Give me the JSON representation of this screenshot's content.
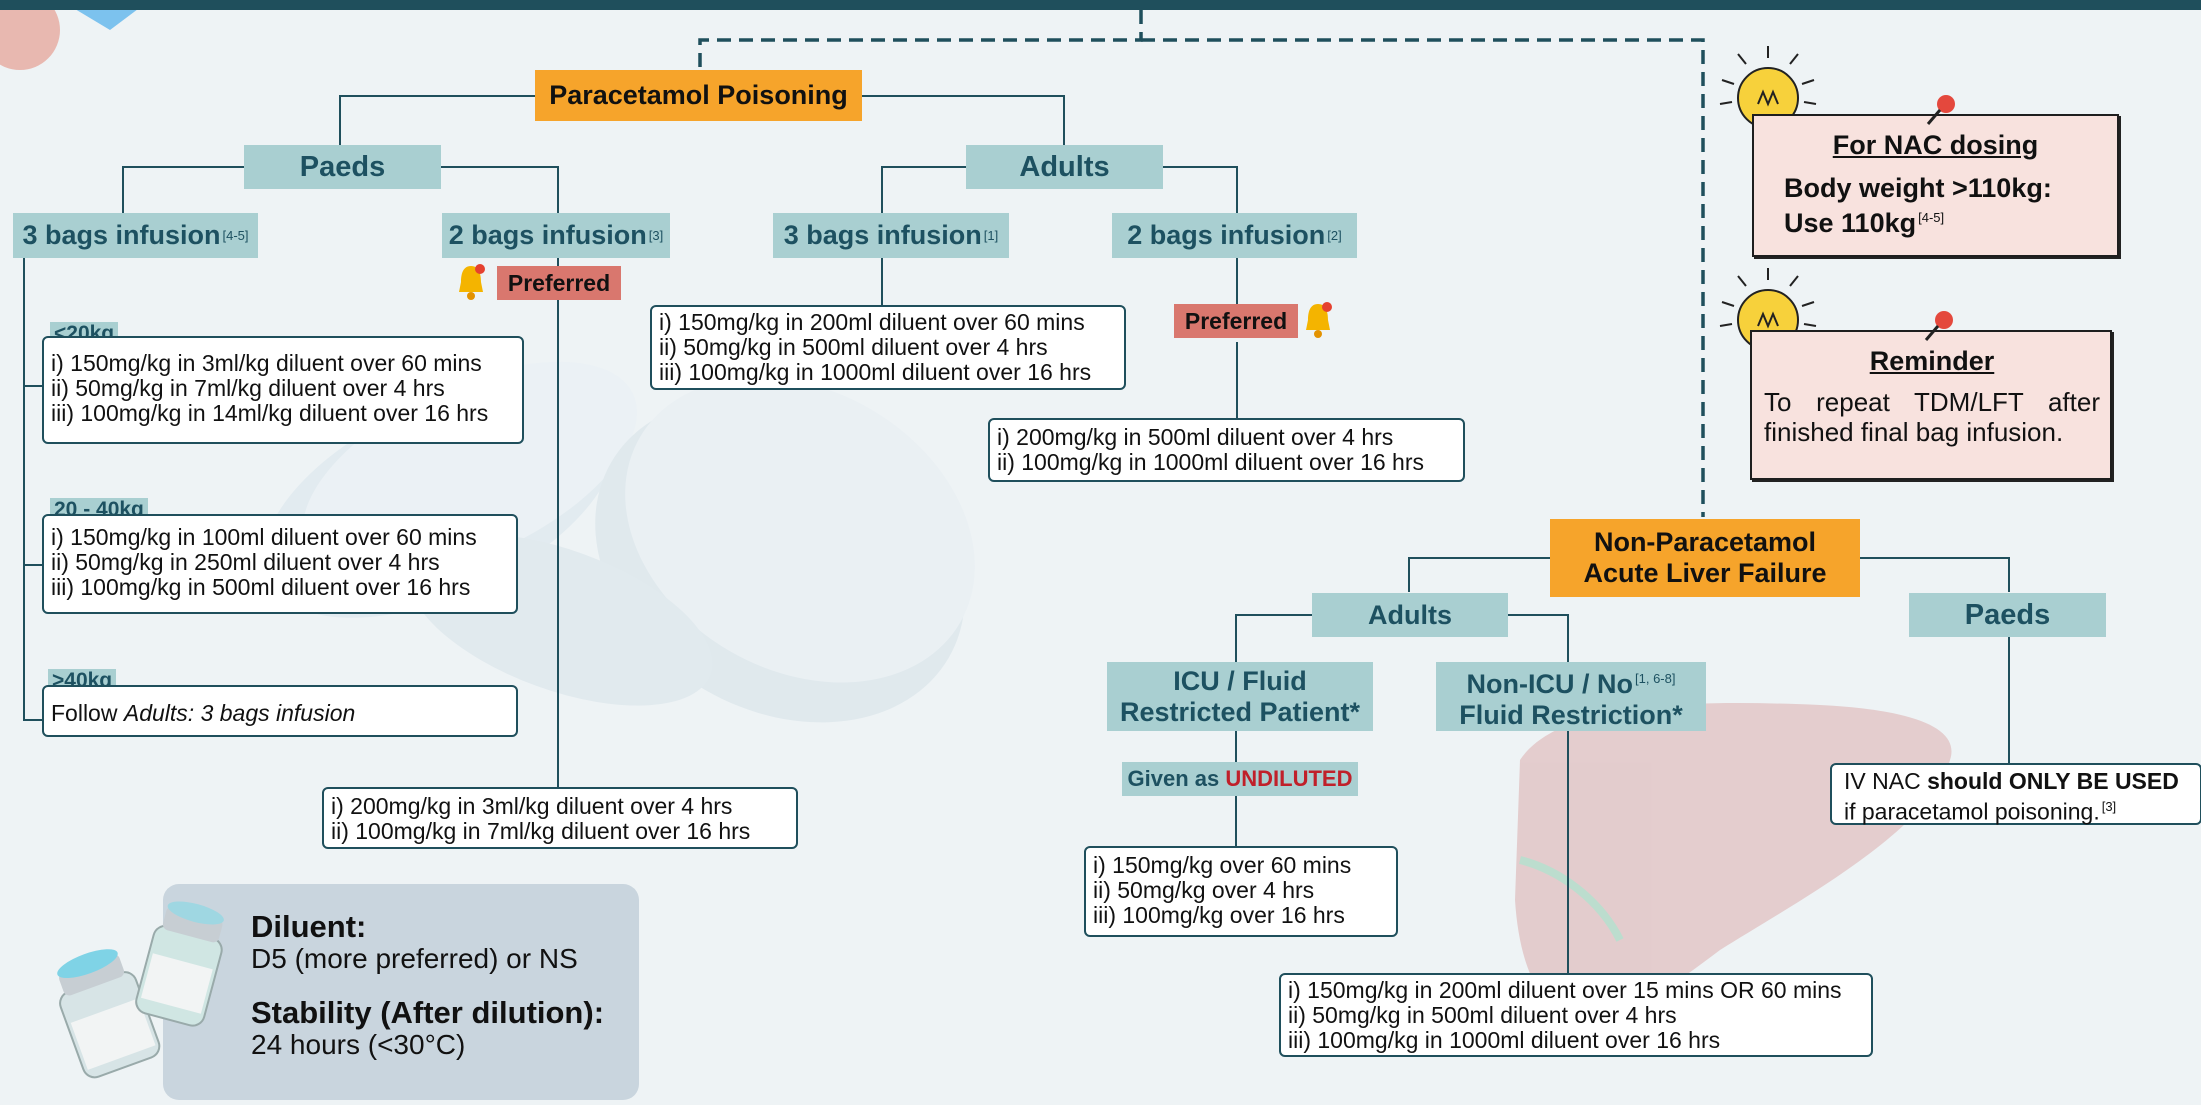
{
  "paracetamol": {
    "title": "Paracetamol Poisoning",
    "paeds": {
      "label": "Paeds",
      "three_bags": {
        "label": "3 bags infusion",
        "ref": "[4-5]",
        "groups": [
          {
            "weight": "<20kg",
            "lines": [
              "i) 150mg/kg in 3ml/kg diluent over 60 mins",
              "ii) 50mg/kg in 7ml/kg diluent over 4 hrs",
              "iii) 100mg/kg in 14ml/kg diluent over 16 hrs"
            ]
          },
          {
            "weight": "20 - 40kg",
            "lines": [
              "i) 150mg/kg in 100ml diluent over 60 mins",
              "ii) 50mg/kg in 250ml diluent over 4 hrs",
              "iii) 100mg/kg in 500ml diluent over 16 hrs"
            ]
          },
          {
            "weight": ">40kg",
            "follow_prefix": "Follow ",
            "follow_ref": "Adults: 3 bags infusion"
          }
        ]
      },
      "two_bags": {
        "label": "2 bags infusion",
        "ref": "[3]",
        "badge": "Preferred",
        "lines": [
          "i) 200mg/kg in 3ml/kg diluent over 4 hrs",
          "ii) 100mg/kg in 7ml/kg diluent over 16 hrs"
        ]
      }
    },
    "adults": {
      "label": "Adults",
      "three_bags": {
        "label": "3 bags infusion",
        "ref": "[1]",
        "lines": [
          "i) 150mg/kg in 200ml diluent over 60 mins",
          "ii) 50mg/kg in 500ml diluent over 4 hrs",
          "iii) 100mg/kg in 1000ml diluent over 16 hrs"
        ]
      },
      "two_bags": {
        "label": "2 bags infusion",
        "ref": "[2]",
        "badge": "Preferred",
        "lines": [
          "i) 200mg/kg in 500ml diluent over 4 hrs",
          "ii) 100mg/kg in 1000ml diluent over 16 hrs"
        ]
      }
    }
  },
  "nonparacetamol": {
    "title_line1": "Non-Paracetamol",
    "title_line2": "Acute Liver Failure",
    "adults": {
      "label": "Adults",
      "icu": {
        "line1": "ICU / Fluid",
        "line2": "Restricted Patient*",
        "given_prefix": "Given as ",
        "given_emph": "UNDILUTED",
        "lines": [
          "i) 150mg/kg over 60 mins",
          "ii) 50mg/kg over 4 hrs",
          "iii) 100mg/kg over 16 hrs"
        ]
      },
      "nonicu": {
        "line1": "Non-ICU / No",
        "ref": "[1, 6-8]",
        "line2": "Fluid Restriction*",
        "lines": [
          "i) 150mg/kg in 200ml diluent over 15 mins OR 60 mins",
          "ii) 50mg/kg in 500ml diluent over 4 hrs",
          "iii) 100mg/kg in 1000ml diluent over 16 hrs"
        ]
      }
    },
    "paeds": {
      "label": "Paeds",
      "text_prefix": "IV NAC ",
      "text_bold": "should ONLY BE USED",
      "text_suffix": " if paracetamol poisoning.",
      "ref": "[3]"
    }
  },
  "notes": {
    "nac": {
      "title": "For NAC dosing",
      "line1": "Body weight >110kg:",
      "line2": "Use 110kg",
      "ref": "[4-5]"
    },
    "reminder": {
      "title": "Reminder",
      "text": "To repeat TDM/LFT after finished final bag infusion."
    }
  },
  "diluent": {
    "title": "Diluent:",
    "text": "D5 (more preferred) or NS",
    "stability_title": "Stability (After dilution):",
    "stability_text": "24 hours (<30°C)"
  },
  "colors": {
    "orange": "#f6a42b",
    "teal": "#a9cfd1",
    "teal_text": "#1d5161",
    "line": "#1f4f5c",
    "preferred": "#d9776e",
    "note_bg": "#f8e2de",
    "undiluted": "#c0202a"
  },
  "icons": [
    "bell-icon",
    "lightbulb-icon",
    "pushpin-icon",
    "vial-icon",
    "pill-watermark",
    "liver-watermark"
  ]
}
